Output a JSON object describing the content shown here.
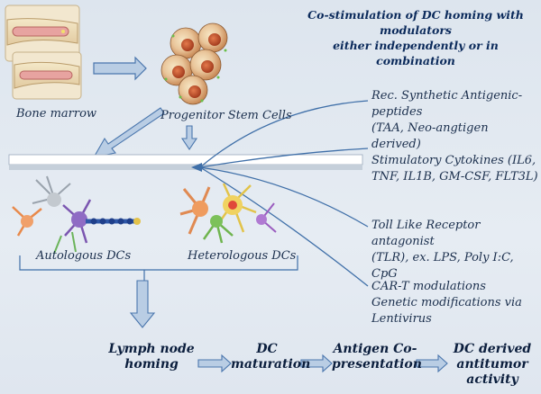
{
  "title": {
    "line1": "Co-stimulation of DC homing with modulators",
    "line2": "either independently or in combination"
  },
  "left": {
    "bone_marrow": "Bone marrow",
    "progenitor": "Progenitor Stem Cells",
    "autologous": "Autologous DCs",
    "heterologous": "Heterologous DCs"
  },
  "modulators": [
    {
      "line1": "Rec. Synthetic Antigenic-peptides",
      "line2": "(TAA, Neo-angtigen derived)"
    },
    {
      "line1": "Stimulatory Cytokines (IL6,",
      "line2": "TNF, IL1B, GM-CSF, FLT3L)"
    },
    {
      "line1": "Toll Like Receptor antagonist",
      "line2": "(TLR), ex. LPS, Poly I:C, CpG"
    },
    {
      "line1": "CAR-T modulations",
      "line2": "Genetic modifications via Lentivirus"
    }
  ],
  "flow": [
    {
      "line1": "Lymph node",
      "line2": "homing"
    },
    {
      "line1": "DC",
      "line2": "maturation"
    },
    {
      "line1": "Antigen Co-",
      "line2": "presentation"
    },
    {
      "line1": "DC derived",
      "line2": "antitumor activity"
    }
  ],
  "colors": {
    "arrow_fill": "#b9cde4",
    "arrow_stroke": "#4a76ad",
    "line_blue": "#3f6fa8",
    "text_dark": "#0b1e3d"
  }
}
